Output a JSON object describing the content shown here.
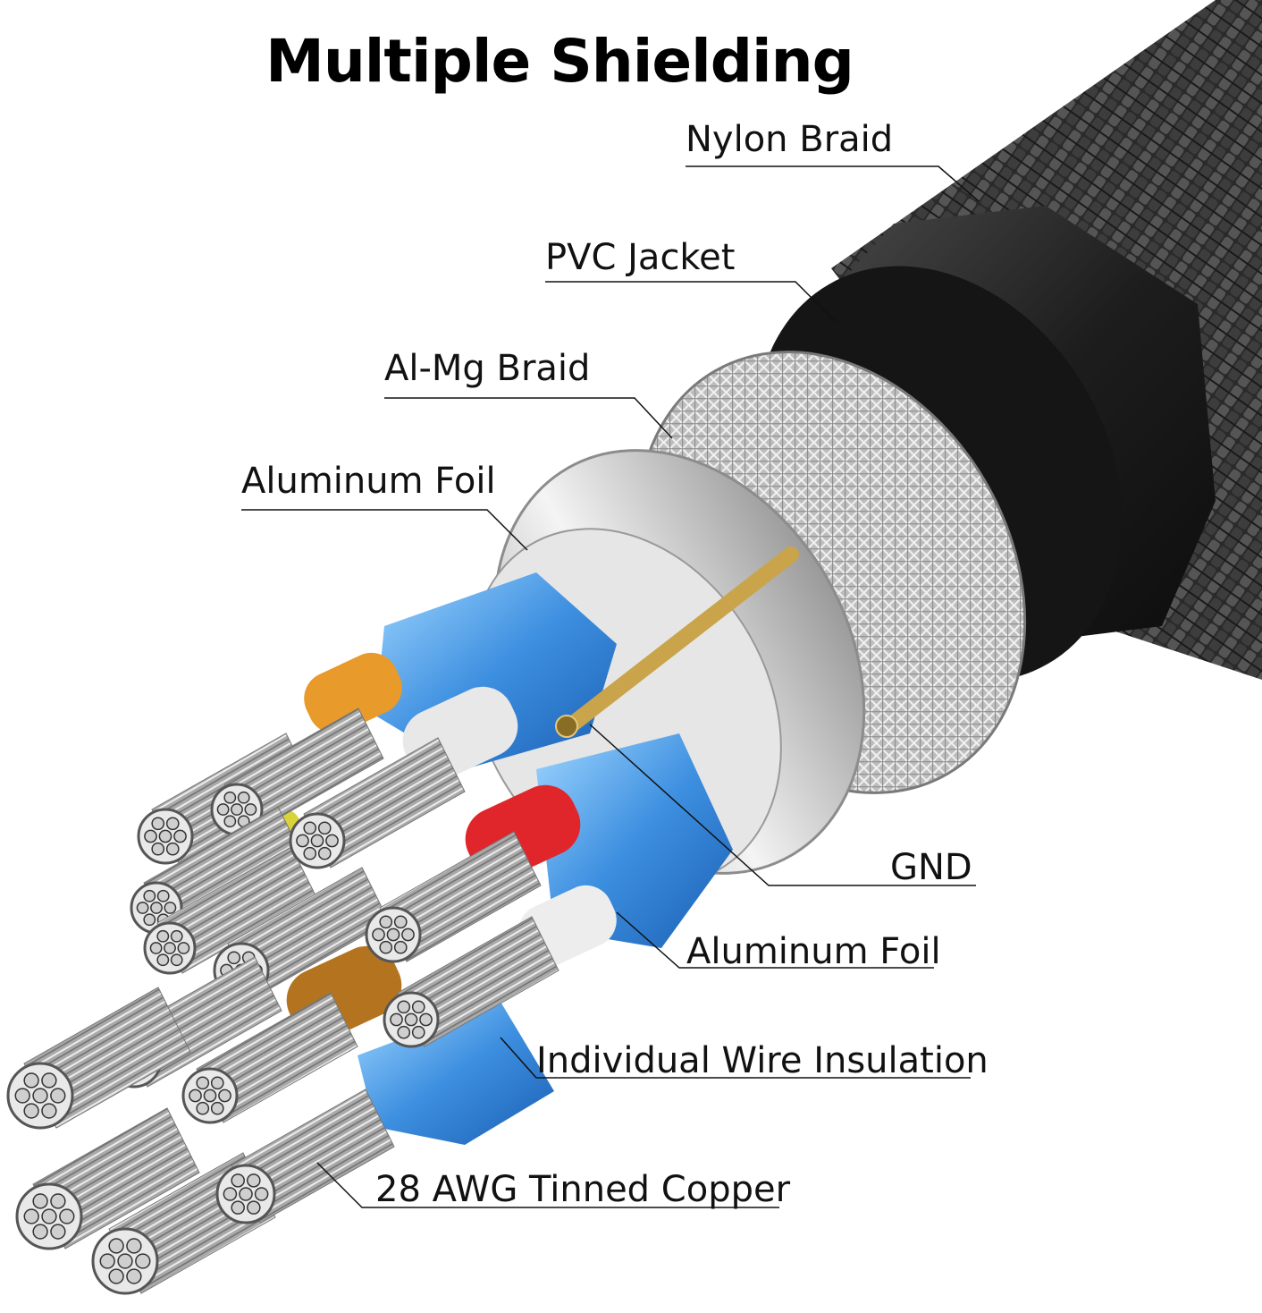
{
  "title": "Multiple Shielding",
  "labels": {
    "nylon_braid": "Nylon Braid",
    "pvc_jacket": "PVC Jacket",
    "al_mg_braid": "Al-Mg Braid",
    "aluminum_foil_outer": "Aluminum Foil",
    "gnd": "GND",
    "aluminum_foil_inner": "Aluminum Foil",
    "wire_insulation": "Individual Wire Insulation",
    "tinned_copper": "28 AWG Tinned Copper"
  },
  "colors": {
    "nylon_braid": "#2b2b2b",
    "pvc_jacket": "#1c1c1c",
    "al_mg_braid": "#c8c8c8",
    "aluminum_foil": "#d9d9d9",
    "blue_foil": "#3d8fe0",
    "gnd_wire": "#c9a44a",
    "orange_insulation": "#e89a2a",
    "red_insulation": "#e0262b",
    "brown_insulation": "#b4741f",
    "yellow_insulation": "#d9d33a",
    "copper_strands": "#b5b5b5"
  }
}
